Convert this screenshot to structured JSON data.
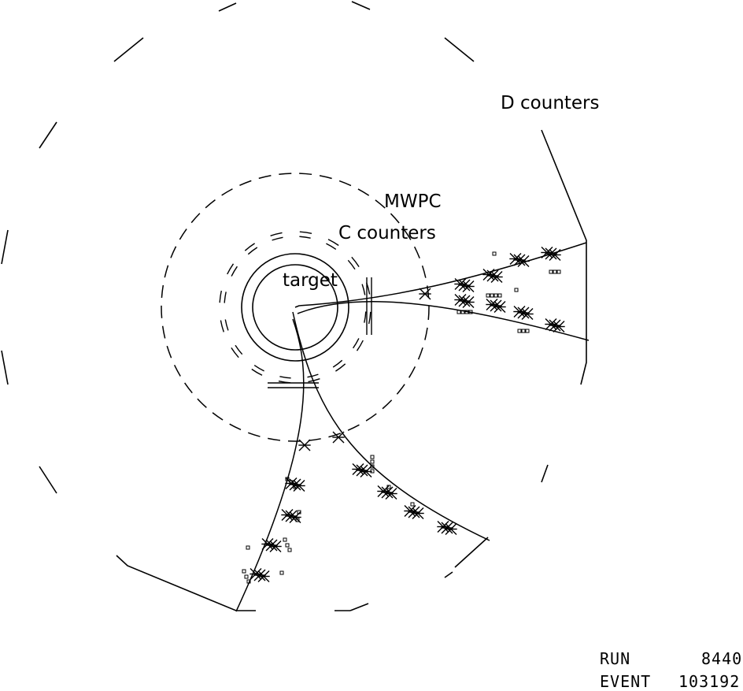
{
  "labels": {
    "d_counters": "D counters",
    "mwpc": "MWPC",
    "c_counters": "C counters",
    "target": "target"
  },
  "run_info": {
    "run_label": "RUN",
    "run_value": "8440",
    "event_label": "EVENT",
    "event_value": "103192"
  },
  "colors": {
    "ink": "#000000",
    "background": "#ffffff"
  }
}
